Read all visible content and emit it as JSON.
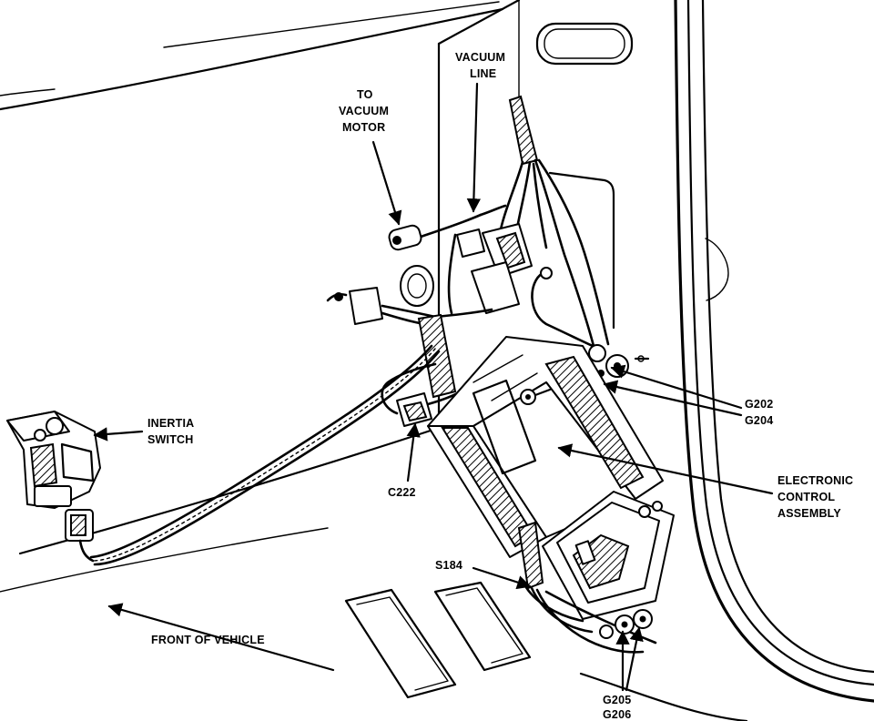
{
  "diagram": {
    "labels": {
      "to_vacuum_motor": [
        "TO",
        "VACUUM",
        "MOTOR"
      ],
      "vacuum_line": [
        "VACUUM",
        "LINE"
      ],
      "inertia_switch": [
        "INERTIA",
        "SWITCH"
      ],
      "g202_g204": [
        "G202",
        "G204"
      ],
      "c222": "C222",
      "electronic_control_assembly": [
        "ELECTRONIC",
        "CONTROL",
        "ASSEMBLY"
      ],
      "s184": "S184",
      "front_of_vehicle": "FRONT OF VEHICLE",
      "g205_g206": [
        "G205",
        "G206"
      ]
    }
  }
}
